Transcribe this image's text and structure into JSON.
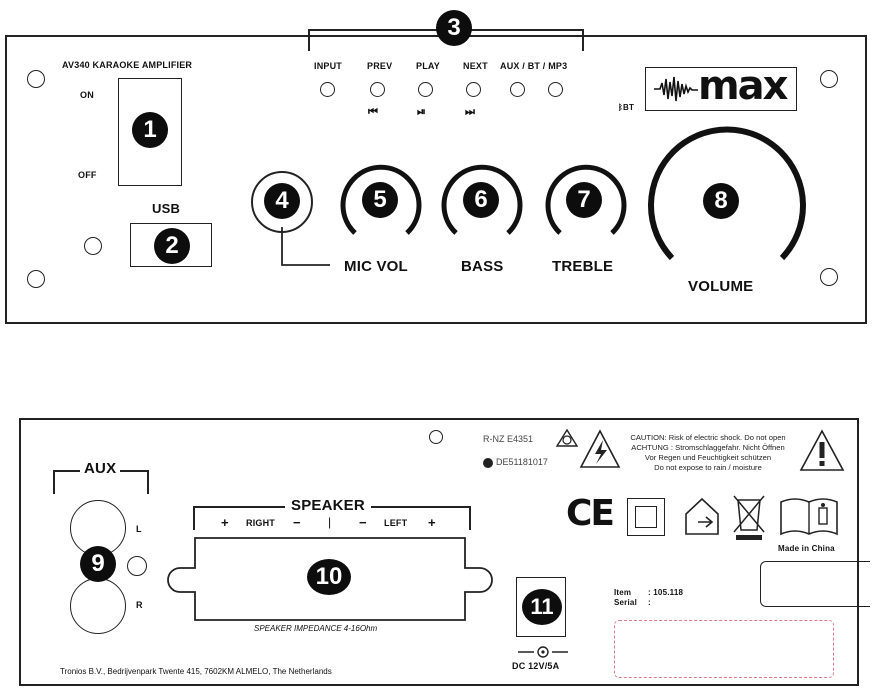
{
  "front": {
    "model_label": "AV340 KARAOKE AMPLIFIER",
    "switch_on": "ON",
    "switch_off": "OFF",
    "usb_label": "USB",
    "buttons": [
      {
        "label": "INPUT"
      },
      {
        "label": "PREV",
        "symbol": "⏮"
      },
      {
        "label": "PLAY",
        "symbol": "⏯"
      },
      {
        "label": "NEXT",
        "symbol": "⏭"
      },
      {
        "label": "AUX / BT / MP3"
      }
    ],
    "bt_mark": "BT",
    "brand": "max",
    "knob_labels": {
      "mic_vol": "MIC VOL",
      "bass": "BASS",
      "treble": "TREBLE",
      "volume": "VOLUME"
    },
    "callouts": [
      "1",
      "2",
      "3",
      "4",
      "5",
      "6",
      "7",
      "8"
    ]
  },
  "rear": {
    "aux_label": "AUX",
    "aux_l": "L",
    "aux_r": "R",
    "speaker_label": "SPEAKER",
    "right_label": "RIGHT",
    "left_label": "LEFT",
    "plus": "+",
    "minus": "−",
    "bar": "|",
    "impedance": "SPEAKER IMPEDANCE 4-16Ohm",
    "rnz": "R-NZ E4351",
    "de_code": "DE51181017",
    "caution_lines": [
      "CAUTION: Risk of electric shock. Do not open",
      "ACHTUNG : Stromschlaggefahr. Nicht Öffnen",
      "Vor Regen und Feuchtigkeit schützen",
      "Do not expose to rain / moisture"
    ],
    "ce": "CE",
    "made_in": "Made in China",
    "item_label": "Item",
    "item_value": ": 105.118",
    "serial_label": "Serial",
    "serial_value": ":",
    "dc_label": "DC 12V/5A",
    "address": "Tronios B.V., Bedrijvenpark Twente 415, 7602KM ALMELO, The Netherlands",
    "callouts": [
      "9",
      "10",
      "11"
    ]
  }
}
